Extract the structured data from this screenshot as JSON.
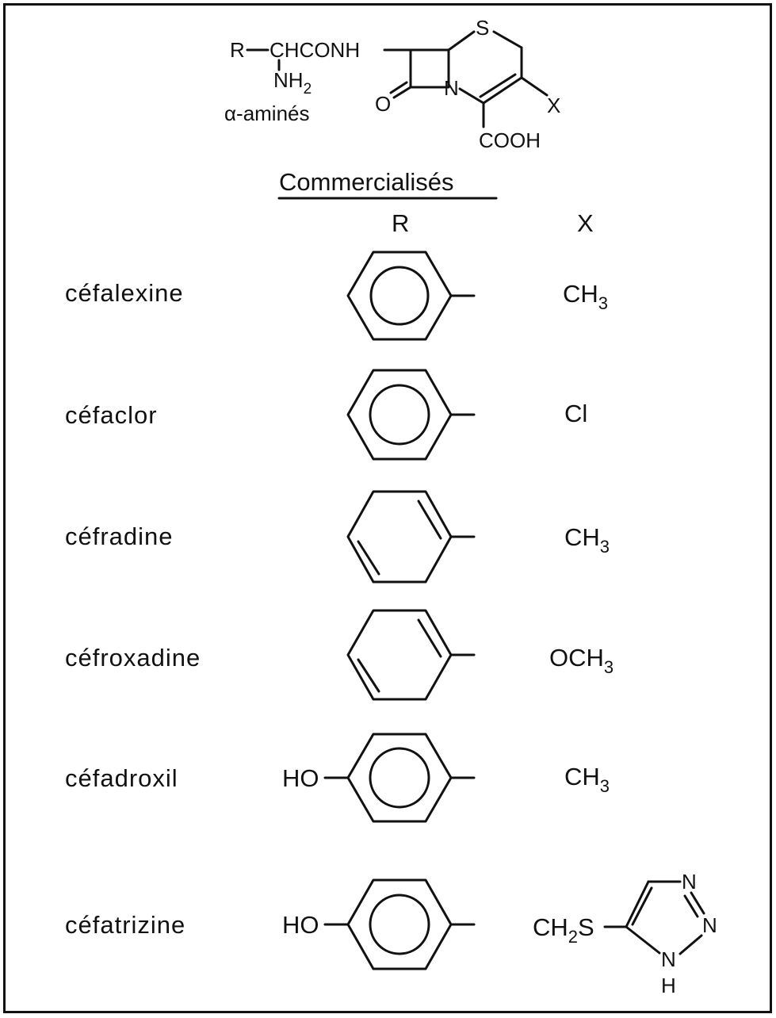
{
  "core": {
    "r_group": "R",
    "side_chain": "CHCONH",
    "amine": "NH",
    "amine_sub": "2",
    "alpha_label": "α-aminés",
    "sulfur": "S",
    "nitrogen": "N",
    "oxygen": "O",
    "x_sub": "X",
    "carboxyl": "COOH"
  },
  "table": {
    "section_title": "Commercialisés",
    "col_r": "R",
    "col_x": "X",
    "rows": [
      {
        "name": "céfalexine",
        "x_main": "CH",
        "x_sub": "3",
        "r_type": "phenyl",
        "r_prefix": ""
      },
      {
        "name": "céfaclor",
        "x_main": "Cl",
        "x_sub": "",
        "r_type": "phenyl",
        "r_prefix": ""
      },
      {
        "name": "céfradine",
        "x_main": "CH",
        "x_sub": "3",
        "r_type": "cyclohexadienyl",
        "r_prefix": ""
      },
      {
        "name": "céfroxadine",
        "x_main": "OCH",
        "x_sub": "3",
        "r_type": "cyclohexadienyl",
        "r_prefix": ""
      },
      {
        "name": "céfadroxil",
        "x_main": "CH",
        "x_sub": "3",
        "r_type": "phenyl",
        "r_prefix": "HO"
      },
      {
        "name": "céfatrizine",
        "x_main": "CH",
        "x_sub": "2",
        "x_tail": "S",
        "r_type": "phenyl",
        "r_prefix": "HO"
      }
    ],
    "triazole": {
      "n1": "N",
      "n2": "N",
      "n3": "N",
      "h": "H"
    }
  }
}
